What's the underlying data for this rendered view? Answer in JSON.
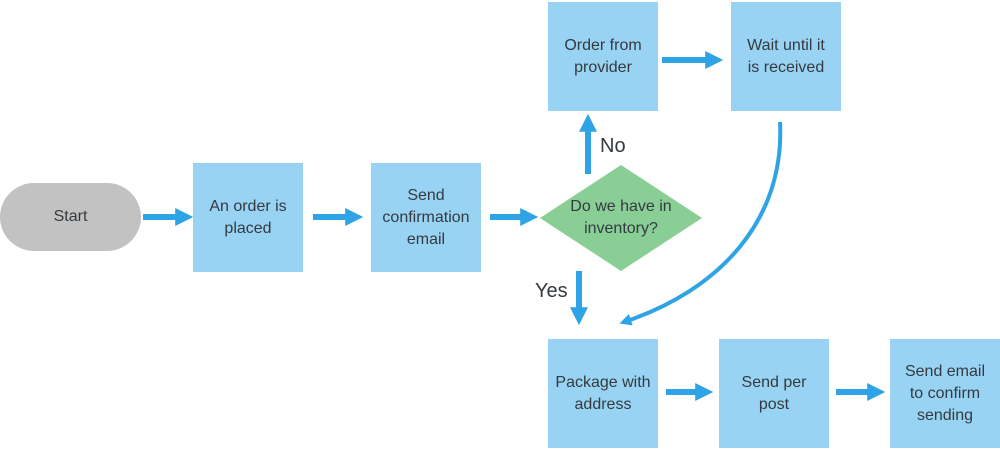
{
  "colors": {
    "process_fill": "#99d3f3",
    "start_fill": "#c2c2c2",
    "decision_fill": "#89cf95",
    "arrow": "#2ea4e6",
    "text": "#333a40"
  },
  "nodes": {
    "start": "Start",
    "order_placed": "An order is\nplaced",
    "send_confirmation": "Send\nconfirmation\nemail",
    "inventory_check": "Do we have in\ninventory?",
    "order_provider": "Order from\nprovider",
    "wait_received": "Wait until it\nis received",
    "package_address": "Package with\naddress",
    "send_post": "Send per\npost",
    "send_email_confirm": "Send email\nto confirm\nsending"
  },
  "edge_labels": {
    "no": "No",
    "yes": "Yes"
  }
}
